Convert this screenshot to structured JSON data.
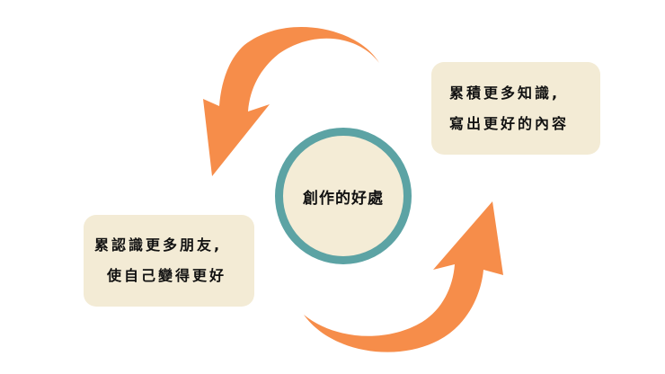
{
  "diagram": {
    "center": {
      "label": "創作的好處"
    },
    "right_card": {
      "line1": "累積更多知識,",
      "line2": "寫出更好的內容"
    },
    "left_card": {
      "line1": "累認識更多朋友,",
      "line2": "使自己變得更好"
    },
    "colors": {
      "arrow": "#f68d4a",
      "circle_ring": "#5ca3a4",
      "card_fill": "#f3ebd5",
      "circle_fill": "#f4ecd6"
    },
    "icons": {
      "top_arrow": "curved-arrow-counterclockwise-icon",
      "bottom_arrow": "curved-arrow-counterclockwise-icon"
    }
  }
}
